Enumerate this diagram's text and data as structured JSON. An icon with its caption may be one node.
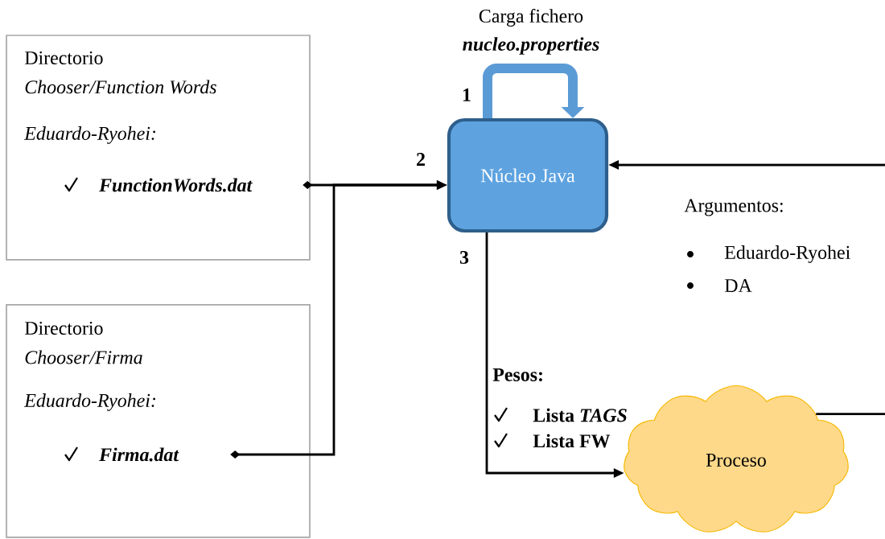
{
  "diagram": {
    "nodes": [
      {
        "text": [
          "Directorio",
          "Chooser/Function Words",
          "Eduardo-Ryohei:"
        ]
      },
      {
        "text": [
          "FunctionWords.dat"
        ],
        "in": 0
      },
      {
        "text": [
          "Directorio",
          "Chooser/Firma",
          "Eduardo-Ryohei:"
        ]
      },
      {
        "text": [
          "Firma.dat"
        ],
        "in": 2
      },
      {
        "text": [
          "Núcleo Java"
        ]
      },
      {
        "text": [
          "Proceso"
        ]
      }
    ],
    "edges": [
      {
        "from": 4,
        "to": 4,
        "arrow": "to",
        "label": "1",
        "style": "thick",
        "color": "#5b9bd5"
      },
      {
        "from": 1,
        "to": 4,
        "arrow": "to",
        "label": "2"
      },
      {
        "from": 3,
        "to": 4,
        "arrow": "to"
      },
      {
        "from": null,
        "to": 4,
        "arrow": "to"
      },
      {
        "from": 4,
        "to": 5,
        "arrow": "to",
        "label": "3"
      },
      {
        "from": 5,
        "to": null,
        "arrow": "none"
      }
    ],
    "labels": [
      "Carga fichero",
      "nucleo.properties",
      "Argumentos:",
      "Eduardo-Ryohei",
      "DA",
      "Pesos:",
      "Lista *TAGS*",
      "Lista FW"
    ]
  }
}
